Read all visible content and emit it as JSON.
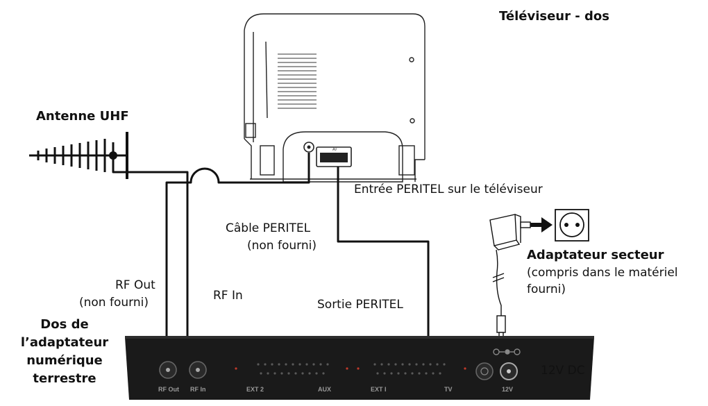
{
  "labels": {
    "tv_title": "Téléviseur - dos",
    "antenna_title": "Antenne UHF",
    "tv_peritel_input": "Entrée PERITEL sur le téléviseur",
    "peritel_cable_line1": "Câble PERITEL",
    "peritel_cable_line2": "(non fourni)",
    "power_adapter_title": "Adaptateur secteur",
    "power_adapter_line1": "(compris dans le matériel",
    "power_adapter_line2": "fourni)",
    "rf_out_line1": "RF Out",
    "rf_out_line2": "(non fourni)",
    "rf_in": "RF In",
    "peritel_output": "Sortie PERITEL",
    "device_title_line1": "Dos de",
    "device_title_line2": "l’adaptateur",
    "device_title_line3": "numérique",
    "device_title_line4": "terrestre",
    "dc_12v": "12V DC"
  },
  "device_panel": {
    "rf_out": "RF Out",
    "rf_in": "RF In",
    "ext2": "EXT 2",
    "aux": "AUX",
    "ext1": "EXT I",
    "tv": "TV",
    "twelve_v": "12V",
    "av": "AV"
  },
  "colors": {
    "line": "#111111",
    "device_body": "#1a1a1a",
    "device_text": "#9a9a9a"
  }
}
